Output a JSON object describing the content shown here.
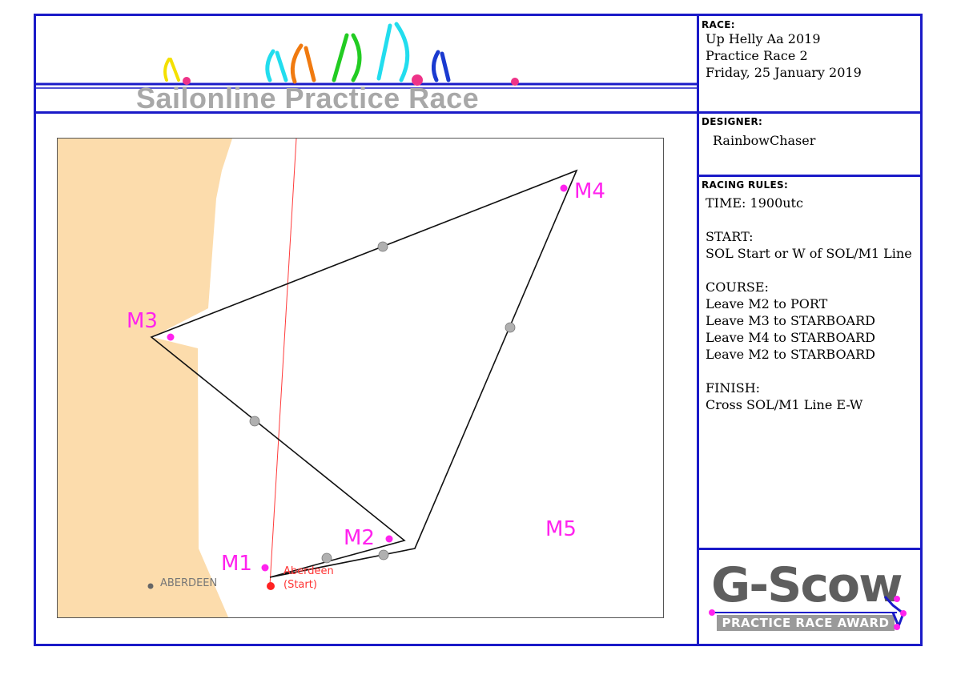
{
  "banner": {
    "title": "Sailonline Practice Race"
  },
  "race": {
    "heading": "RACE:",
    "lines": [
      "Up Helly Aa 2019",
      "Practice Race 2",
      "Friday, 25 January 2019"
    ]
  },
  "designer": {
    "heading": "DESIGNER:",
    "name": "RainbowChaser"
  },
  "rules": {
    "heading": "RACING RULES:",
    "time": "TIME: 1900utc",
    "start_title": "START:",
    "start_text": "SOL Start or W of SOL/M1 Line",
    "course_title": "COURSE:",
    "course_lines": [
      "Leave M2 to PORT",
      "Leave M3 to STARBOARD",
      "Leave M4 to STARBOARD",
      "Leave M2 to STARBOARD"
    ],
    "finish_title": "FINISH:",
    "finish_text": "Cross SOL/M1 Line E-W"
  },
  "map": {
    "marks": [
      "M1",
      "M2",
      "M3",
      "M4",
      "M5"
    ],
    "city_label": "ABERDEEN",
    "start_label_1": "Aberdeen",
    "start_label_2": "(Start)"
  },
  "award": {
    "brand": "G-Scow",
    "subtitle": "PRACTICE RACE AWARD"
  },
  "colors": {
    "frame": "#1a1ac8",
    "mark": "#ff22ee",
    "land": "#fcdcac",
    "start": "#ff2222"
  }
}
